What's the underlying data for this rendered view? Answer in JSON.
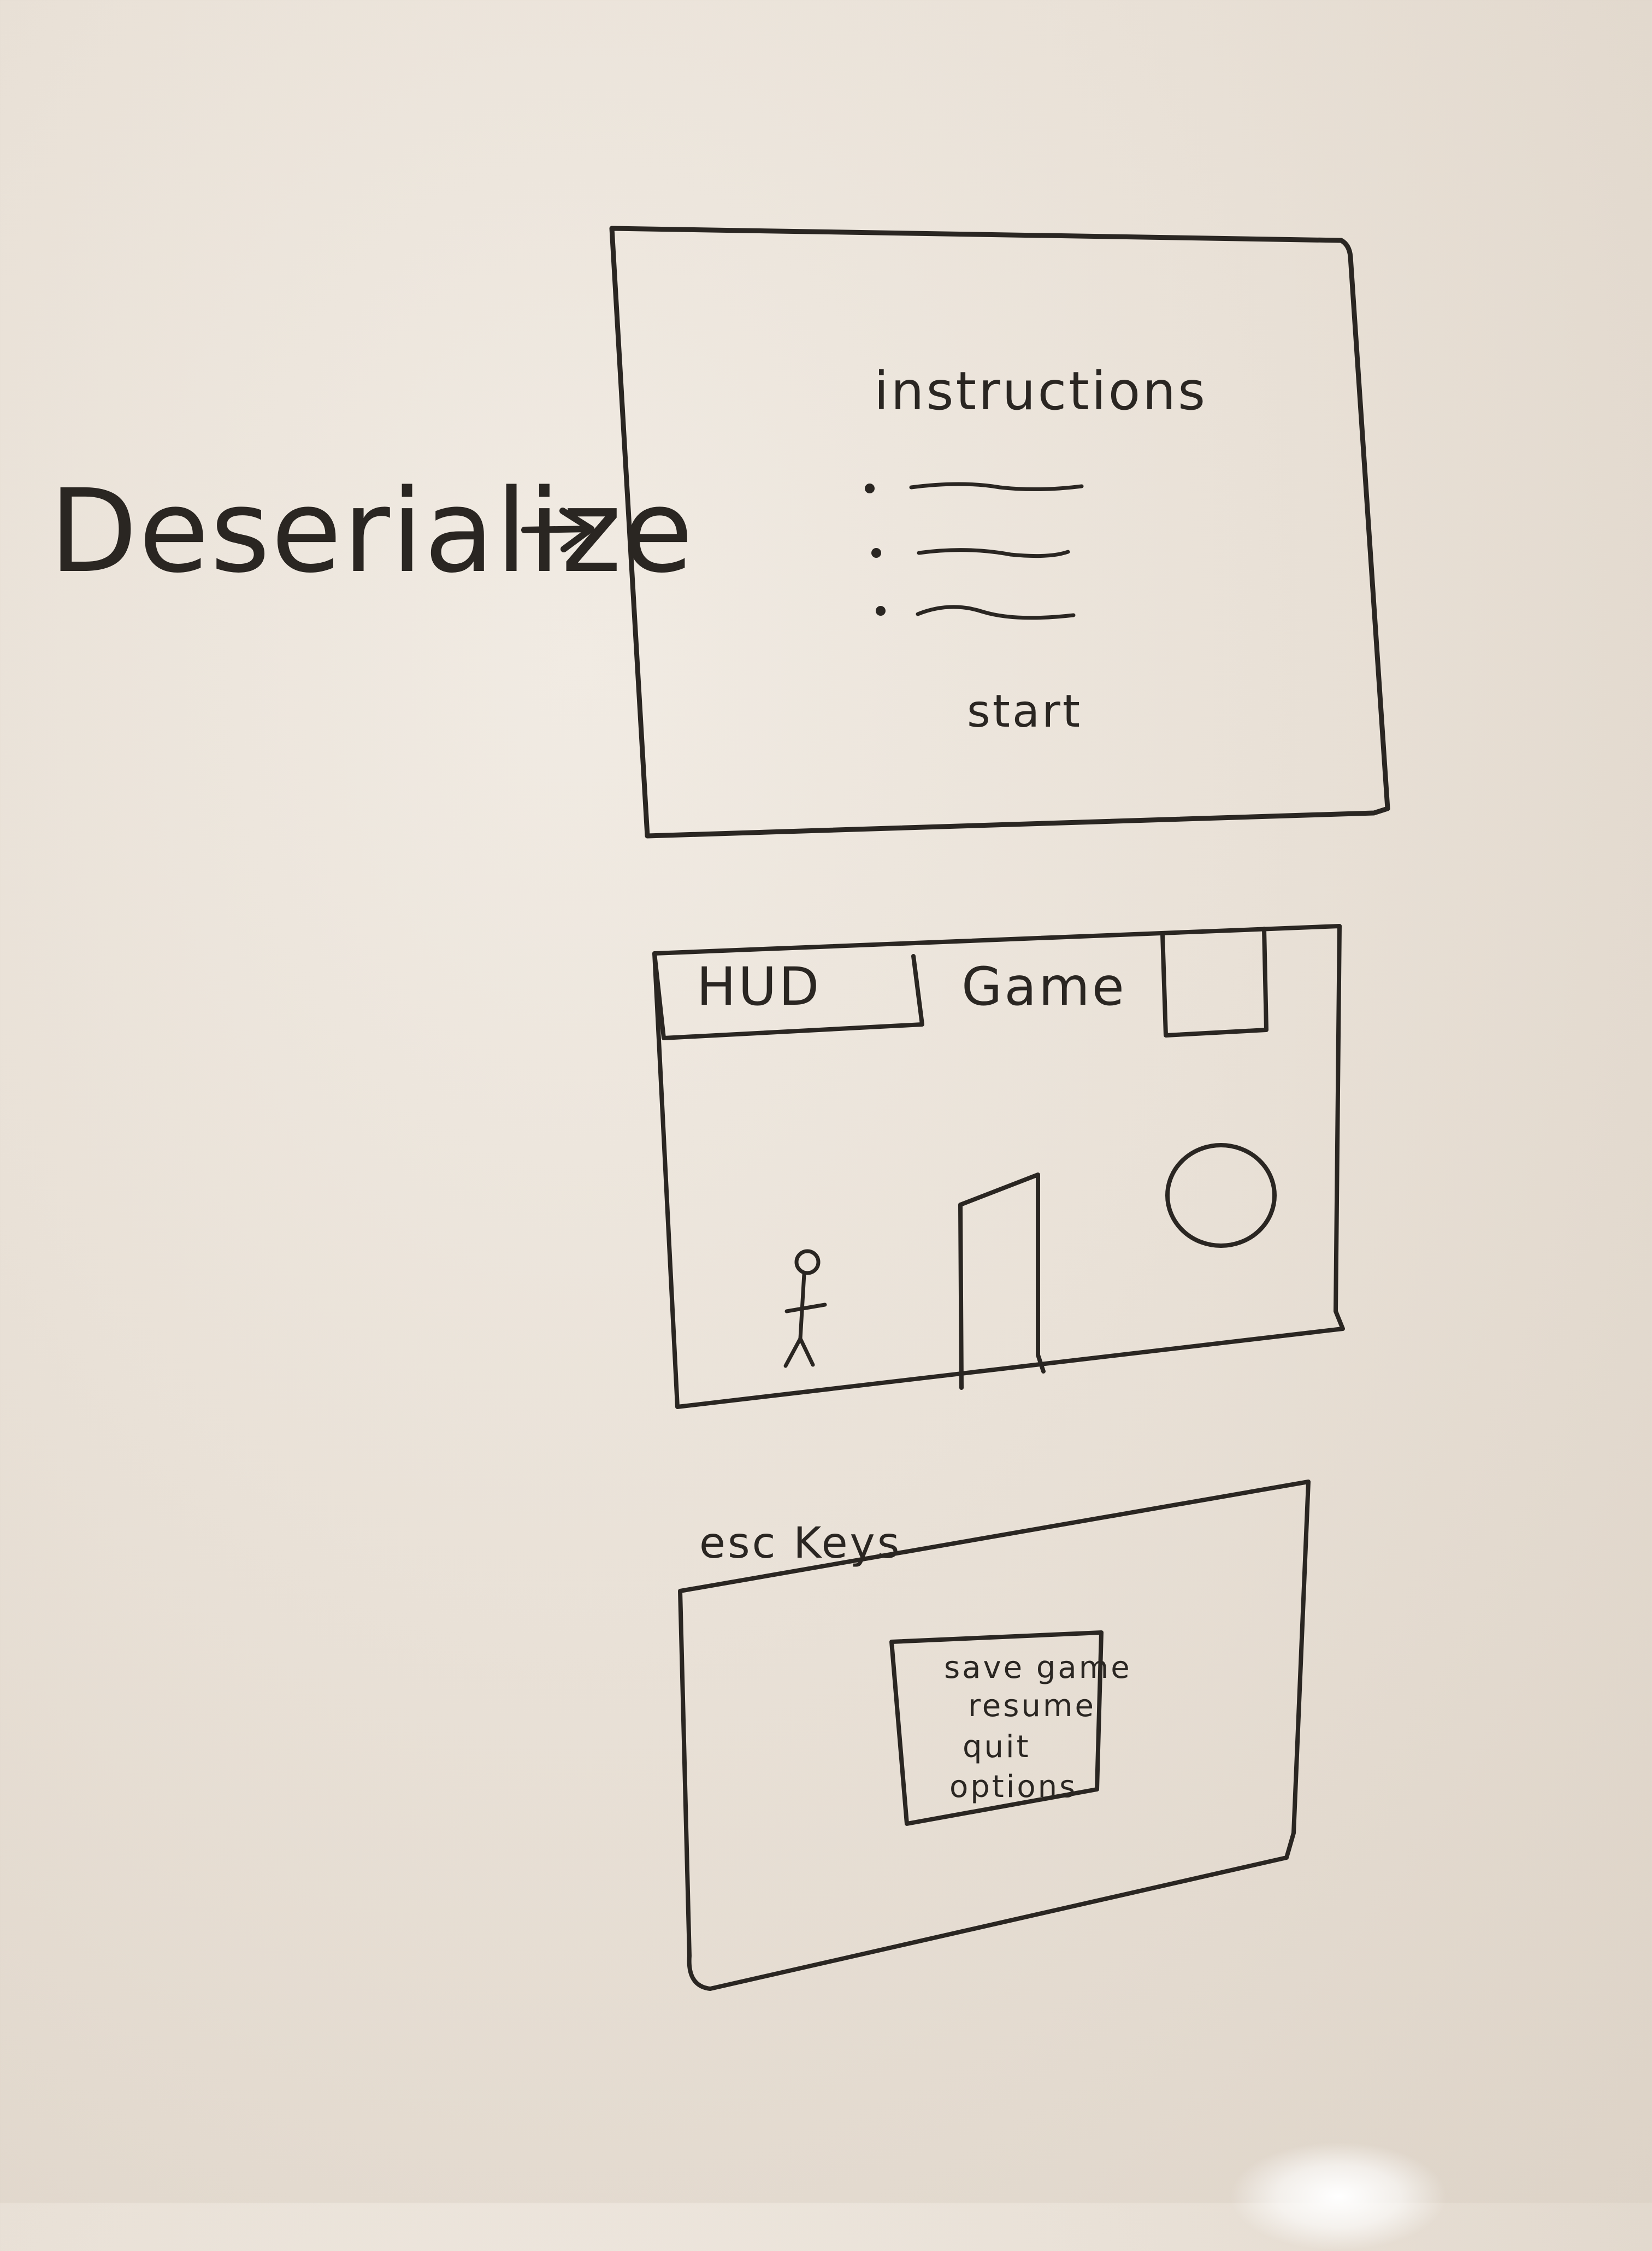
{
  "labels": {
    "deserialize": "Deserialize",
    "instructions": "instructions",
    "start": "start",
    "hud": "HUD",
    "game": "Game",
    "esc_keys": "esc Keys"
  },
  "pause_menu": {
    "items": [
      "save game",
      "resume",
      "quit",
      "options"
    ]
  },
  "colors": {
    "board": "#ebe4da",
    "ink": "#2a2622"
  }
}
